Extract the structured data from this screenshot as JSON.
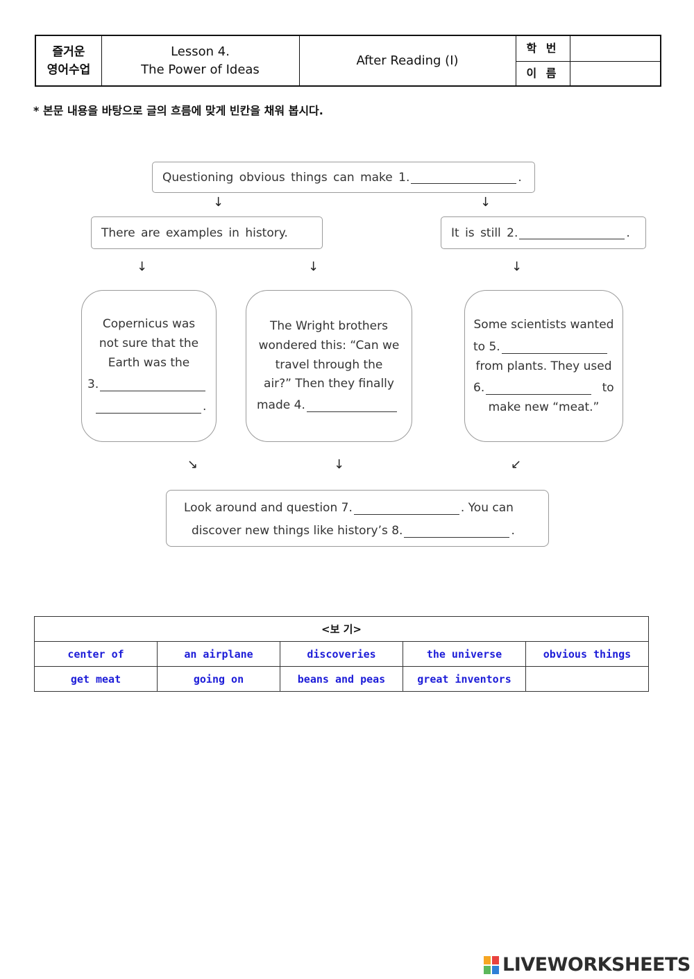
{
  "header": {
    "class_name_line1": "즐거운",
    "class_name_line2": "영어수업",
    "lesson_line1": "Lesson 4.",
    "lesson_line2": "The Power of Ideas",
    "activity": "After Reading (I)",
    "student_no_label": "학 번",
    "name_label": "이 름"
  },
  "instruction": "* 본문 내용을 바탕으로 글의 흐름에 맞게 빈칸을 채워 봅시다.",
  "flow": {
    "top": {
      "text_before": "Questioning obvious things can make 1.",
      "text_after": "."
    },
    "left": {
      "text": "There are examples in history."
    },
    "right": {
      "text_before": "It is still 2.",
      "text_after": "."
    },
    "copernicus": {
      "l1": "Copernicus was",
      "l2": "not sure that the",
      "l3": "Earth was the",
      "l4": "3.",
      "l5_after": "."
    },
    "wright": {
      "l1": "The Wright brothers",
      "l2": "wondered this: “Can we",
      "l3": "travel through the",
      "l4": "air?” Then they finally",
      "l5": "made 4."
    },
    "scientists": {
      "l1": "Some scientists wanted",
      "l2": "to 5.",
      "l3": "from plants. They used",
      "l4": "6.",
      "l4_after": "to",
      "l5": "make new “meat.”"
    },
    "bottom": {
      "l1_before": "Look around and question 7.",
      "l1_after": ". You can",
      "l2_before": "discover new things like history’s 8.",
      "l2_after": "."
    },
    "arrows": {
      "down": "↓",
      "down_right": "↘",
      "down_left": "↙"
    }
  },
  "word_bank": {
    "title": "<보 기>",
    "row1": [
      "center of",
      "an airplane",
      "discoveries",
      "the universe",
      "obvious things"
    ],
    "row2": [
      "get meat",
      "going on",
      "beans and peas",
      "great inventors",
      ""
    ]
  },
  "brand": {
    "text": "LIVEWORKSHEETS",
    "colors": [
      "#f6a623",
      "#e8423f",
      "#5cb85c",
      "#2f7fd6"
    ]
  }
}
